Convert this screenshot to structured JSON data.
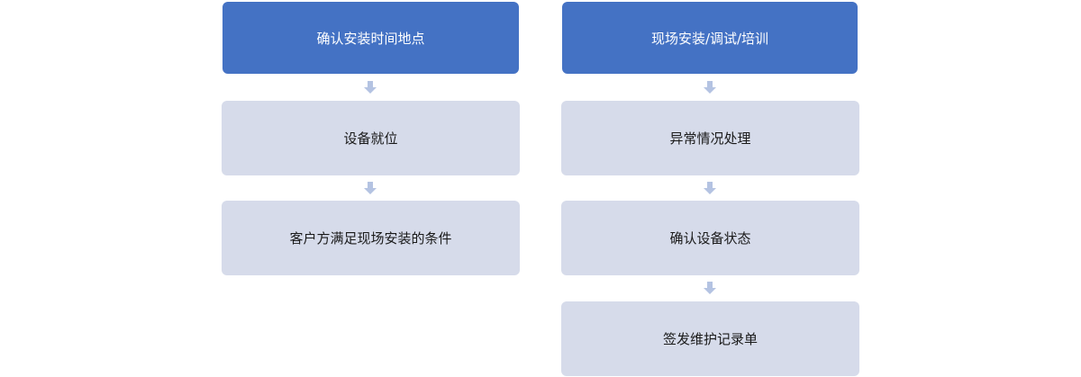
{
  "colors": {
    "header_fill": "#4472c4",
    "step_fill": "#d6dbea",
    "arrow_fill": "#b4c3e2"
  },
  "left_flow": {
    "header": "确认安装时间地点",
    "steps": [
      "设备就位",
      "客户方满足现场安装的条件"
    ]
  },
  "right_flow": {
    "header": "现场安装/调试/培训",
    "steps": [
      "异常情况处理",
      "确认设备状态",
      "签发维护记录单"
    ]
  }
}
